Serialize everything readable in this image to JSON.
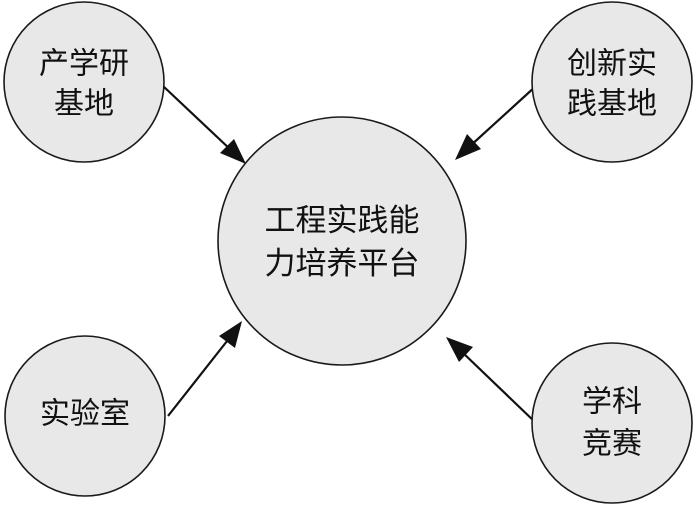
{
  "diagram": {
    "center": {
      "line1": "工程实践能",
      "line2": "力培养平台"
    },
    "top_left": {
      "line1": "产学研",
      "line2": "基地"
    },
    "top_right": {
      "line1": "创新实",
      "line2": "践基地"
    },
    "bottom_left": {
      "line1": "实验室"
    },
    "bottom_right": {
      "line1": "学科",
      "line2": "竞赛"
    }
  },
  "colors": {
    "node_fill": "#e8e8e8",
    "stroke": "#1a1a1a"
  }
}
